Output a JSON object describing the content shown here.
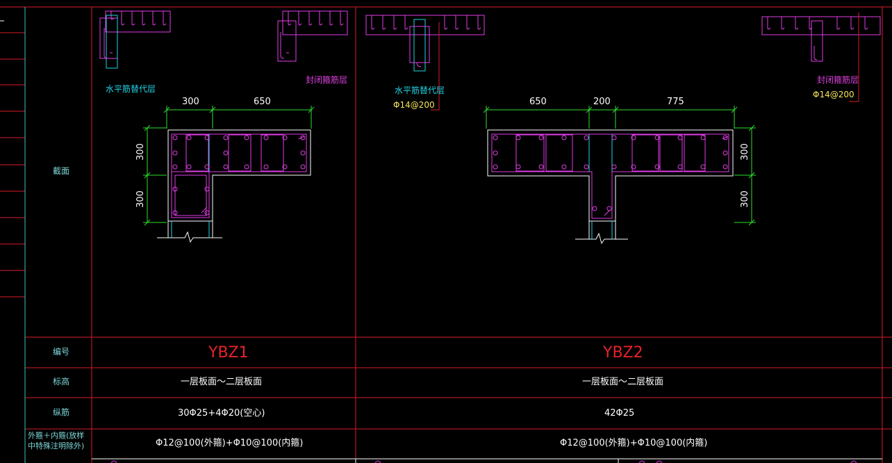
{
  "rows": {
    "section": "截面",
    "number": "编号",
    "elevation": "标高",
    "long_bars": "纵筋",
    "stirrups": "外箍＋内箍(放样中特殊注明除外)"
  },
  "columns": [
    {
      "code": "YBZ1",
      "elevation": "一层板面～二层板面",
      "long_bars": "30Φ25+4Φ20(空心)",
      "stirrups": "Φ12@100(外箍)+Φ10@100(内箍)",
      "note_replace": "水平筋替代层",
      "note_close": "封闭箍筋层",
      "dims_h": [
        "300",
        "650"
      ],
      "dims_v": [
        "300",
        "300"
      ]
    },
    {
      "code": "YBZ2",
      "elevation": "一层板面～二层板面",
      "long_bars": "42Φ25",
      "stirrups": "Φ12@100(外箍)+Φ10@100(内箍)",
      "note_replace": "水平筋替代层",
      "note_replace_spec": "Φ14@200",
      "note_close": "封闭箍筋层",
      "note_close_spec": "Φ14@200",
      "dims_h": [
        "650",
        "200",
        "775"
      ],
      "dims_v": [
        "300",
        "300"
      ]
    }
  ],
  "colors": {
    "grid": "#d81b2a",
    "frame_cyan": "#3fbfbf",
    "rebar": "#e23de8",
    "dimension": "#2fe02f",
    "outline": "#ffffff",
    "tie": "#22d3e6"
  }
}
